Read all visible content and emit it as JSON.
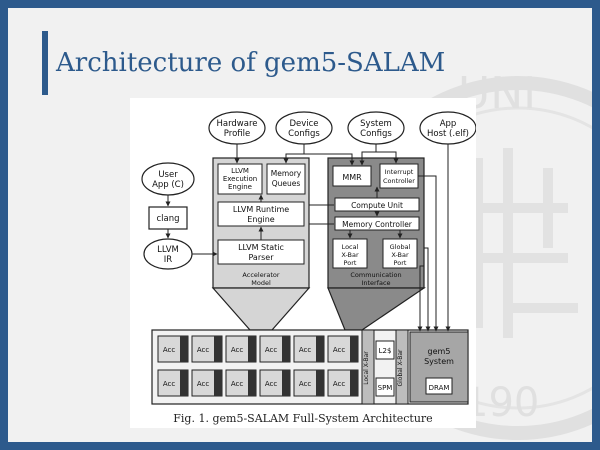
{
  "slide": {
    "title": "Architecture of gem5-SALAM",
    "watermark_text": "UNI 190"
  },
  "diagram": {
    "top_nodes": {
      "hardware_profile": [
        "Hardware",
        "Profile"
      ],
      "device_configs": [
        "Device",
        "Configs"
      ],
      "system_configs": [
        "System",
        "Configs"
      ],
      "app_host": [
        "App",
        "Host (.elf)"
      ]
    },
    "left_nodes": {
      "user_app": [
        "User",
        "App (C)"
      ],
      "clang": "clang",
      "llvm_ir": [
        "LLVM",
        "IR"
      ]
    },
    "accelerator_model": {
      "label": [
        "Accelerator",
        "Model"
      ],
      "execution_engine": [
        "LLVM",
        "Execution",
        "Engine"
      ],
      "memory_queues": [
        "Memory",
        "Queues"
      ],
      "runtime_engine": [
        "LLVM Runtime",
        "Engine"
      ],
      "static_parser": [
        "LLVM Static",
        "Parser"
      ]
    },
    "communication_interface": {
      "label": [
        "Communication",
        "Interface"
      ],
      "mmr": "MMR",
      "interrupt_controller": [
        "Interrupt",
        "Controller"
      ],
      "compute_unit": "Compute Unit",
      "memory_controller": "Memory Controller",
      "local_xbar_port": [
        "Local",
        "X-Bar",
        "Port"
      ],
      "global_xbar_port": [
        "Global",
        "X-Bar",
        "Port"
      ]
    },
    "system": {
      "acc_label": "Acc",
      "acc_rows": 2,
      "acc_cols": 6,
      "l2": "L2$",
      "spm": "SPM",
      "local_xbar": "Local X-Bar",
      "global_xbar": "Global X-Bar",
      "gem5_system": [
        "gem5",
        "System"
      ],
      "dram": "DRAM"
    },
    "caption": "Fig. 1.  gem5-SALAM Full-System Architecture"
  }
}
